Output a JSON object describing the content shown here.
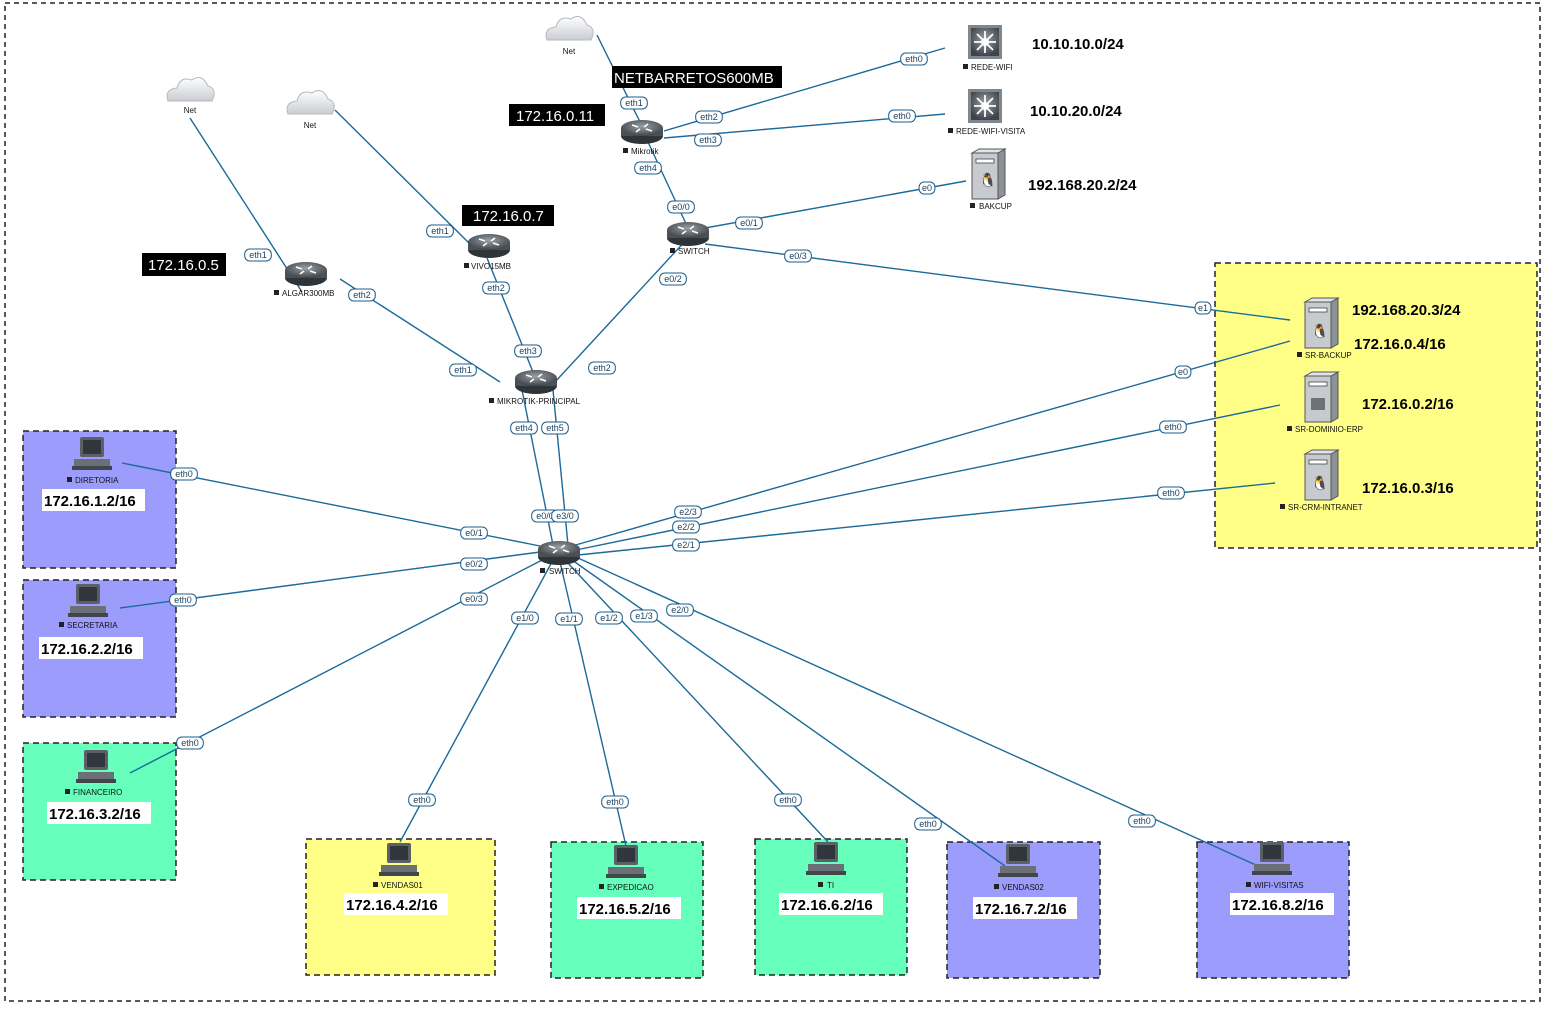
{
  "clouds": [
    {
      "id": "net1",
      "label": "Net"
    },
    {
      "id": "net2",
      "label": "Net"
    },
    {
      "id": "net3",
      "label": "Net"
    }
  ],
  "nodes": {
    "algar": "ALGAR300MB",
    "vivo": "VIVO15MB",
    "mikrotik": "Mikrotik",
    "switch_top": "SWITCH",
    "mk_principal": "MIKROTIK-PRINCIPAL",
    "switch_main": "SWITCH",
    "rede_wifi": "REDE-WIFI",
    "rede_wifi_visita": "REDE-WIFI-VISITA",
    "bakcup": "BAKCUP",
    "sr_backup": "SR-BACKUP",
    "sr_dominio": "SR-DOMINIO-ERP",
    "sr_crm": "SR-CRM-INTRANET",
    "diretoria": "DIRETORIA",
    "secretaria": "SECRETARIA",
    "financeiro": "FINANCEIRO",
    "vendas01": "VENDAS01",
    "expedicao": "EXPEDICAO",
    "ti": "TI",
    "vendas02": "VENDAS02",
    "wifi_visitas": "WIFI-VISITAS"
  },
  "ip_boxes": {
    "netbarretos": "NETBARRETOS600MB",
    "mikrotik_ip": "172.16.0.11",
    "vivo_ip": "172.16.0.7",
    "algar_ip": "172.16.0.5"
  },
  "ips": {
    "rede_wifi": "10.10.10.0/24",
    "rede_wifi_visita": "10.10.20.0/24",
    "bakcup": "192.168.20.2/24",
    "sr_backup_1": "192.168.20.3/24",
    "sr_backup_2": "172.16.0.4/16",
    "sr_dominio": "172.16.0.2/16",
    "sr_crm": "172.16.0.3/16",
    "diretoria": "172.16.1.2/16",
    "secretaria": "172.16.2.2/16",
    "financeiro": "172.16.3.2/16",
    "vendas01": "172.16.4.2/16",
    "expedicao": "172.16.5.2/16",
    "ti": "172.16.6.2/16",
    "vendas02": "172.16.7.2/16",
    "wifi_visitas": "172.16.8.2/16"
  },
  "ports": {
    "algar_eth1": "eth1",
    "algar_eth2": "eth2",
    "vivo_eth1": "eth1",
    "vivo_eth2": "eth2",
    "mk_eth1": "eth1",
    "mk_eth2": "eth2",
    "mk_eth3": "eth3",
    "mk_eth4": "eth4",
    "wifi_eth0": "eth0",
    "wifivis_eth0": "eth0",
    "bak_e0": "e0",
    "sw1_e00": "e0/0",
    "sw1_e01": "e0/1",
    "sw1_e02": "e0/2",
    "sw1_e03": "e0/3",
    "srb_e1": "e1",
    "srb_e0": "e0",
    "srd_eth0": "eth0",
    "src_eth0": "eth0",
    "mkp_eth1": "eth1",
    "mkp_eth2": "eth2",
    "mkp_eth3": "eth3",
    "mkp_eth4": "eth4",
    "mkp_eth5": "eth5",
    "sw_e00": "e0/0",
    "sw_e30": "e3/0",
    "sw_e01": "e0/1",
    "sw_e02": "e0/2",
    "sw_e03": "e0/3",
    "sw_e10": "e1/0",
    "sw_e11": "e1/1",
    "sw_e12": "e1/2",
    "sw_e13": "e1/3",
    "sw_e20": "e2/0",
    "sw_e21": "e2/1",
    "sw_e22": "e2/2",
    "sw_e23": "e2/3",
    "dir_eth0": "eth0",
    "sec_eth0": "eth0",
    "fin_eth0": "eth0",
    "v1_eth0": "eth0",
    "exp_eth0": "eth0",
    "ti_eth0": "eth0",
    "v2_eth0": "eth0",
    "wv_eth0": "eth0"
  },
  "colors": {
    "link": "#1b6a9a",
    "zone_purple": "#9c9cfc",
    "zone_green": "#66ffbb",
    "zone_yellow": "#ffff88"
  }
}
